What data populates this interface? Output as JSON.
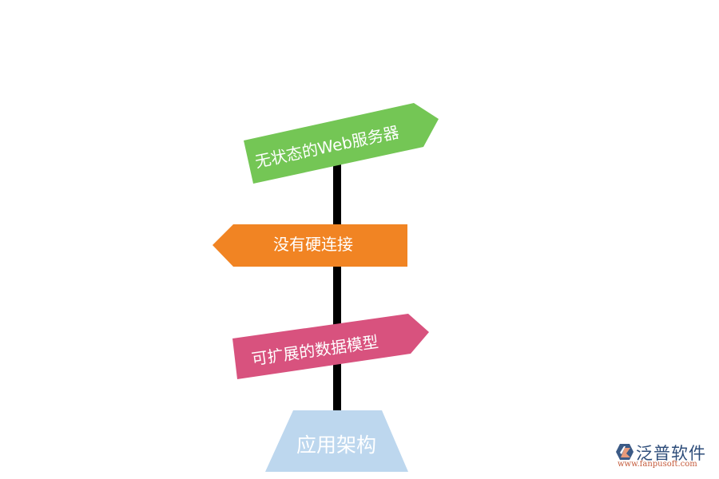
{
  "diagram": {
    "type": "signpost",
    "pole_color": "#000000",
    "signs": [
      {
        "label": "无状态的Web服务器",
        "color": "#74c655",
        "direction": "right"
      },
      {
        "label": "没有硬连接",
        "color": "#f18423",
        "direction": "left"
      },
      {
        "label": "可扩展的数据模型",
        "color": "#d8527e",
        "direction": "right"
      }
    ],
    "base": {
      "label": "应用架构",
      "color": "#bdd7ee"
    }
  },
  "watermark": {
    "name": "泛普软件",
    "url": "www.fanpusoft.com"
  }
}
